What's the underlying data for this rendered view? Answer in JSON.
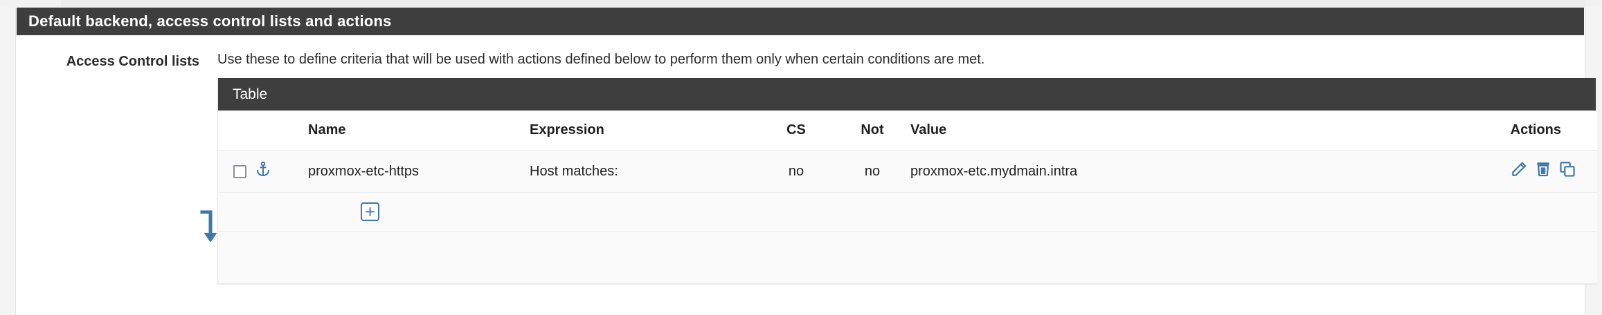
{
  "panel": {
    "title": "Default backend, access control lists and actions"
  },
  "field": {
    "label": "Access Control lists",
    "description": "Use these to define criteria that will be used with actions defined below to perform them only when certain conditions are met."
  },
  "table": {
    "widget_title": "Table",
    "columns": {
      "select": "",
      "name": "Name",
      "expression": "Expression",
      "cs": "CS",
      "not": "Not",
      "value": "Value",
      "actions": "Actions"
    },
    "rows": [
      {
        "checked": false,
        "row_icon": "anchor-icon",
        "name": "proxmox-etc-https",
        "expression": "Host matches:",
        "cs": "no",
        "not": "no",
        "value": "proxmox-etc.mydmain.intra",
        "actions": [
          "edit-pencil-icon",
          "delete-trash-icon",
          "duplicate-copy-icon"
        ]
      }
    ],
    "add_button_icon": "plus-icon"
  },
  "icons": {
    "anchor": "anchor-icon",
    "edit": "edit-pencil-icon",
    "delete": "delete-trash-icon",
    "duplicate": "duplicate-copy-icon",
    "add": "plus-icon",
    "flow_arrow": "down-elbow-arrow-icon"
  },
  "colors": {
    "header_bg": "#3e3e3e",
    "accent_blue": "#3d77ab",
    "panel_bg": "#ffffff",
    "page_bg": "#f4f4f4"
  }
}
